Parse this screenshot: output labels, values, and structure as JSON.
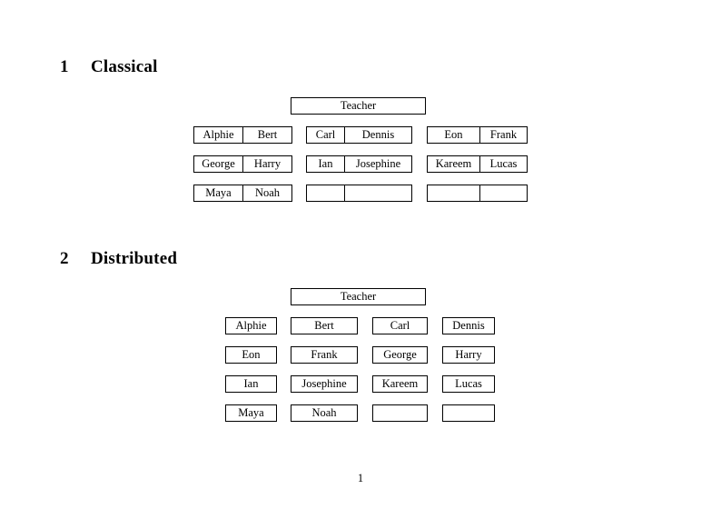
{
  "document": {
    "page_number": "1",
    "background_color": "#ffffff",
    "text_color": "#000000",
    "border_color": "#000000"
  },
  "sections": [
    {
      "number": "1",
      "title": "Classical",
      "teacher_label": "Teacher",
      "layout": "grouped-pairs",
      "groups": [
        {
          "group_index": 0,
          "rows": [
            {
              "left": "Alphie",
              "right": "Bert"
            },
            {
              "left": "George",
              "right": "Harry"
            },
            {
              "left": "Maya",
              "right": "Noah"
            }
          ]
        },
        {
          "group_index": 1,
          "rows": [
            {
              "left": "Carl",
              "right": "Dennis"
            },
            {
              "left": "Ian",
              "right": "Josephine"
            },
            {
              "left": "",
              "right": ""
            }
          ]
        },
        {
          "group_index": 2,
          "rows": [
            {
              "left": "Eon",
              "right": "Frank"
            },
            {
              "left": "Kareem",
              "right": "Lucas"
            },
            {
              "left": "",
              "right": ""
            }
          ]
        }
      ]
    },
    {
      "number": "2",
      "title": "Distributed",
      "teacher_label": "Teacher",
      "layout": "independent-boxes",
      "rows": [
        [
          "Alphie",
          "Bert",
          "Carl",
          "Dennis"
        ],
        [
          "Eon",
          "Frank",
          "George",
          "Harry"
        ],
        [
          "Ian",
          "Josephine",
          "Kareem",
          "Lucas"
        ],
        [
          "Maya",
          "Noah",
          "",
          ""
        ]
      ]
    }
  ]
}
